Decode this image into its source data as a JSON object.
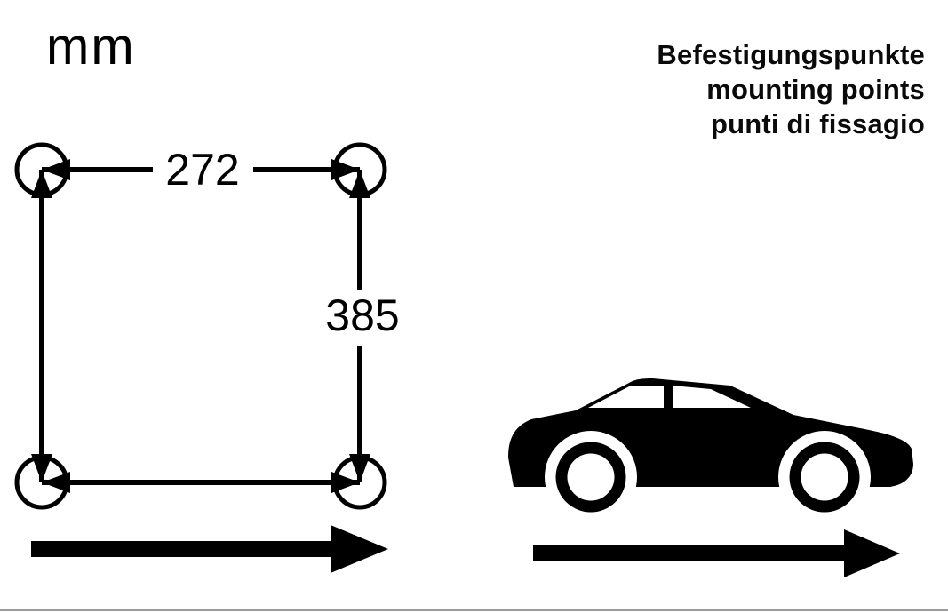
{
  "unit_label": "mm",
  "legend": {
    "line_de": "Befestigungspunkte",
    "line_en": "mounting points",
    "line_it": "punti di fissagio"
  },
  "dimensions": {
    "horizontal_mm": "272",
    "vertical_mm": "385"
  },
  "colors": {
    "ink": "#000000",
    "background": "#ffffff",
    "bottom_rule": "#9c9c9c"
  }
}
